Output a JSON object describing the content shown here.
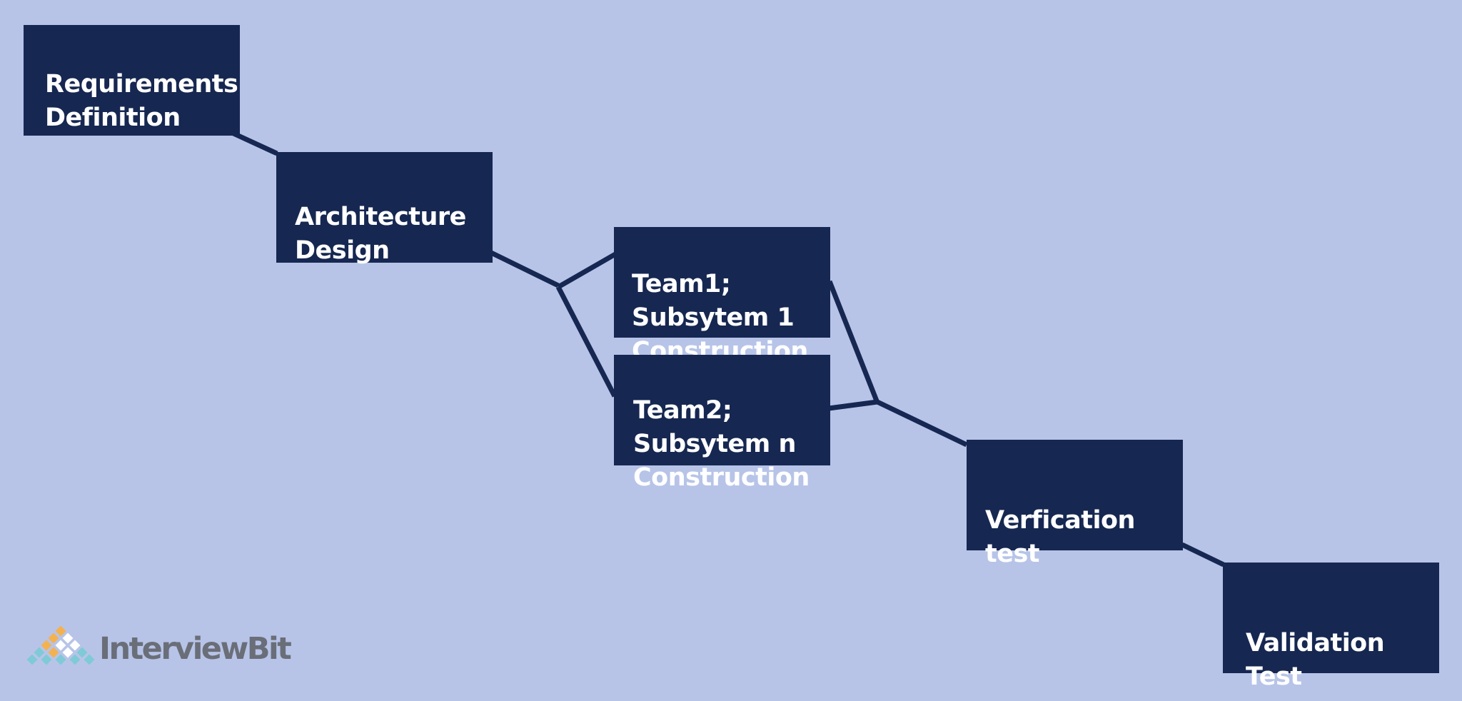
{
  "colors": {
    "background": "#b7c4e8",
    "box_fill": "#162751",
    "box_text": "#ffffff",
    "connector": "#162751",
    "logo_text": "#6a6e78",
    "logo_orange": "#f4b24f",
    "logo_teal": "#7fcad6",
    "logo_white": "#ffffff"
  },
  "nodes": {
    "requirements": "Requirements\nDefinition",
    "architecture": "Architecture\nDesign",
    "team1": "Team1;\nSubsytem 1\nConstruction",
    "team2": "Team2;\nSubsytem n\nConstruction",
    "verification": "Verfication test",
    "validation": "Validation Test"
  },
  "logo": {
    "name": "InterviewBit",
    "icon": "interviewbit-diamond-logo-icon"
  }
}
